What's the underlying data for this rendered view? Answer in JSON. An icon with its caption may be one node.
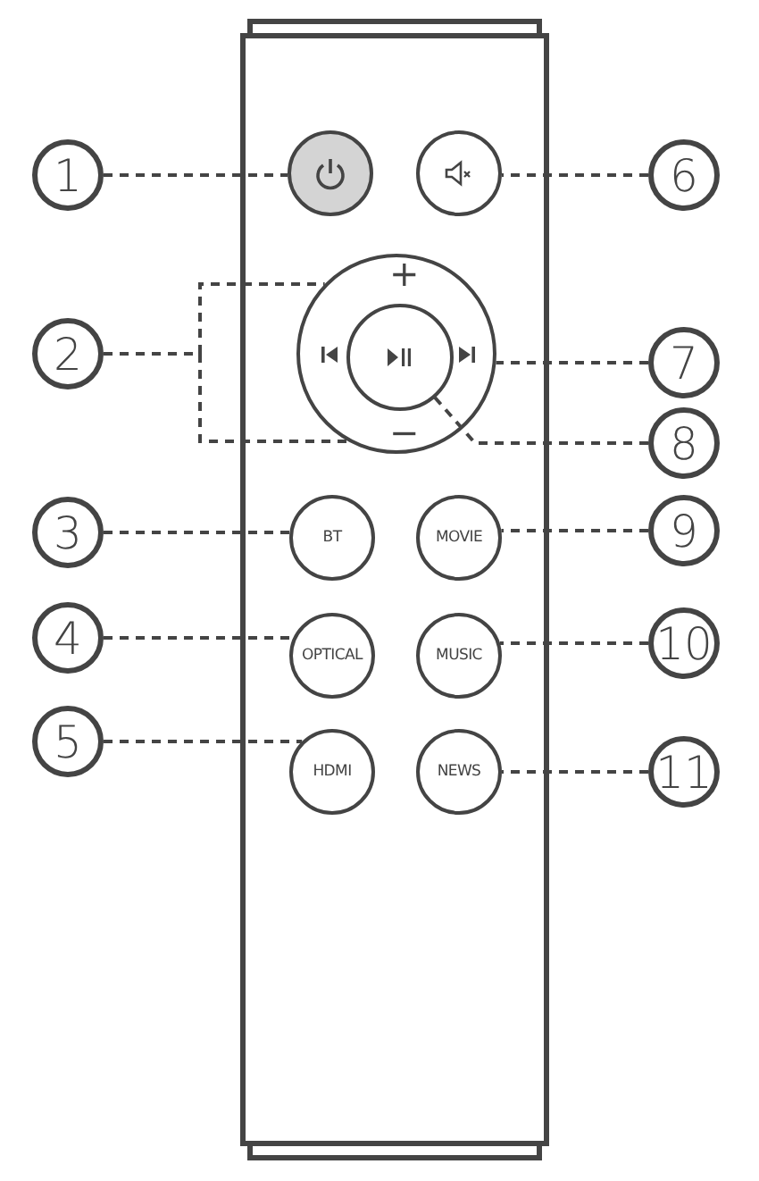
{
  "diagram": {
    "nodes": [
      {
        "text": [
          "1"
        ]
      },
      {
        "text": [],
        "shape": "circle"
      },
      {
        "text": [],
        "shape": "circle"
      },
      {
        "text": [
          "6"
        ]
      },
      {
        "text": [
          "+",
          "−"
        ]
      },
      {
        "text": [
          "2"
        ]
      },
      {
        "text": [],
        "shape": "circle",
        "in": 4
      },
      {
        "text": [
          "7"
        ]
      },
      {
        "text": [
          "8"
        ]
      },
      {
        "text": [
          "3"
        ]
      },
      {
        "text": [
          "BT"
        ]
      },
      {
        "text": [
          "MOVIE"
        ]
      },
      {
        "text": [
          "9"
        ]
      },
      {
        "text": [
          "4"
        ]
      },
      {
        "text": [
          "OPTICAL"
        ]
      },
      {
        "text": [
          "MUSIC"
        ]
      },
      {
        "text": [
          "10"
        ]
      },
      {
        "text": [
          "5"
        ]
      },
      {
        "text": [
          "HDMI"
        ]
      },
      {
        "text": [
          "NEWS"
        ]
      },
      {
        "text": [
          "11"
        ]
      }
    ],
    "edges": [
      {
        "from": 0,
        "to": 1,
        "arrow": "none",
        "style": "dashed"
      },
      {
        "from": 3,
        "to": 2,
        "arrow": "none",
        "style": "dashed"
      },
      {
        "from": 5,
        "to": 4,
        "arrow": "none",
        "style": "dashed"
      },
      {
        "from": 7,
        "to": 4,
        "arrow": "none",
        "style": "dashed"
      },
      {
        "from": 8,
        "to": 6,
        "arrow": "none",
        "style": "dashed"
      },
      {
        "from": 9,
        "to": 10,
        "arrow": "none",
        "style": "dashed"
      },
      {
        "from": 12,
        "to": 11,
        "arrow": "none",
        "style": "dashed"
      },
      {
        "from": 13,
        "to": 14,
        "arrow": "none",
        "style": "dashed"
      },
      {
        "from": 16,
        "to": 15,
        "arrow": "none",
        "style": "dashed"
      },
      {
        "from": 17,
        "to": 18,
        "arrow": "none",
        "style": "dashed"
      },
      {
        "from": 20,
        "to": 19,
        "arrow": "none",
        "style": "dashed"
      }
    ]
  }
}
